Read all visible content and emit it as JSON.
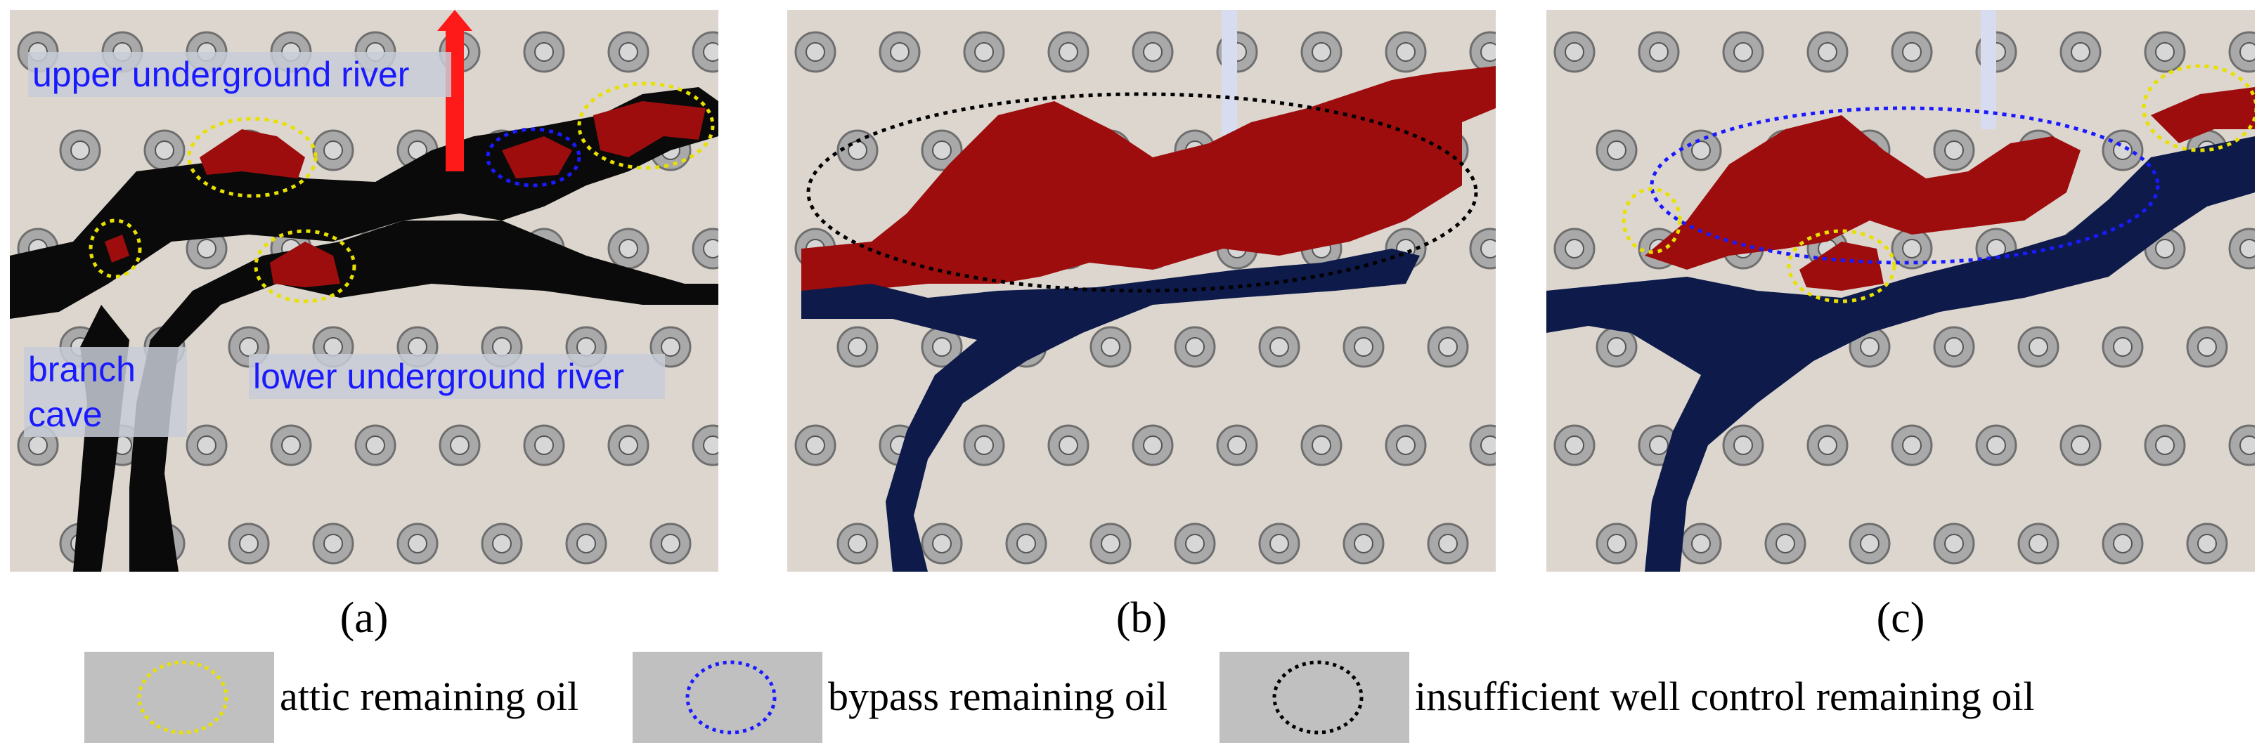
{
  "panels": [
    {
      "id": "a",
      "label": "(a)"
    },
    {
      "id": "b",
      "label": "(b)"
    },
    {
      "id": "c",
      "label": "(c)"
    }
  ],
  "annotations": {
    "upper_river": "upper underground river",
    "lower_river": "lower underground river",
    "branch_cave": "branch cave"
  },
  "legend": [
    {
      "text": "attic remaining  oil",
      "color": "#e8e000"
    },
    {
      "text": "bypass remaining  oil",
      "color": "#1a1aff"
    },
    {
      "text": "insufficient  well  control remaining  oil",
      "color": "#000000"
    }
  ],
  "colors": {
    "oil": "#9e0d0d",
    "water": "#0d1a4a",
    "black_channel": "#0a0a0a",
    "panel_bg": "#dcd6ce",
    "arrow": "#ff1a1a",
    "pipe": "#d8dcf0"
  }
}
